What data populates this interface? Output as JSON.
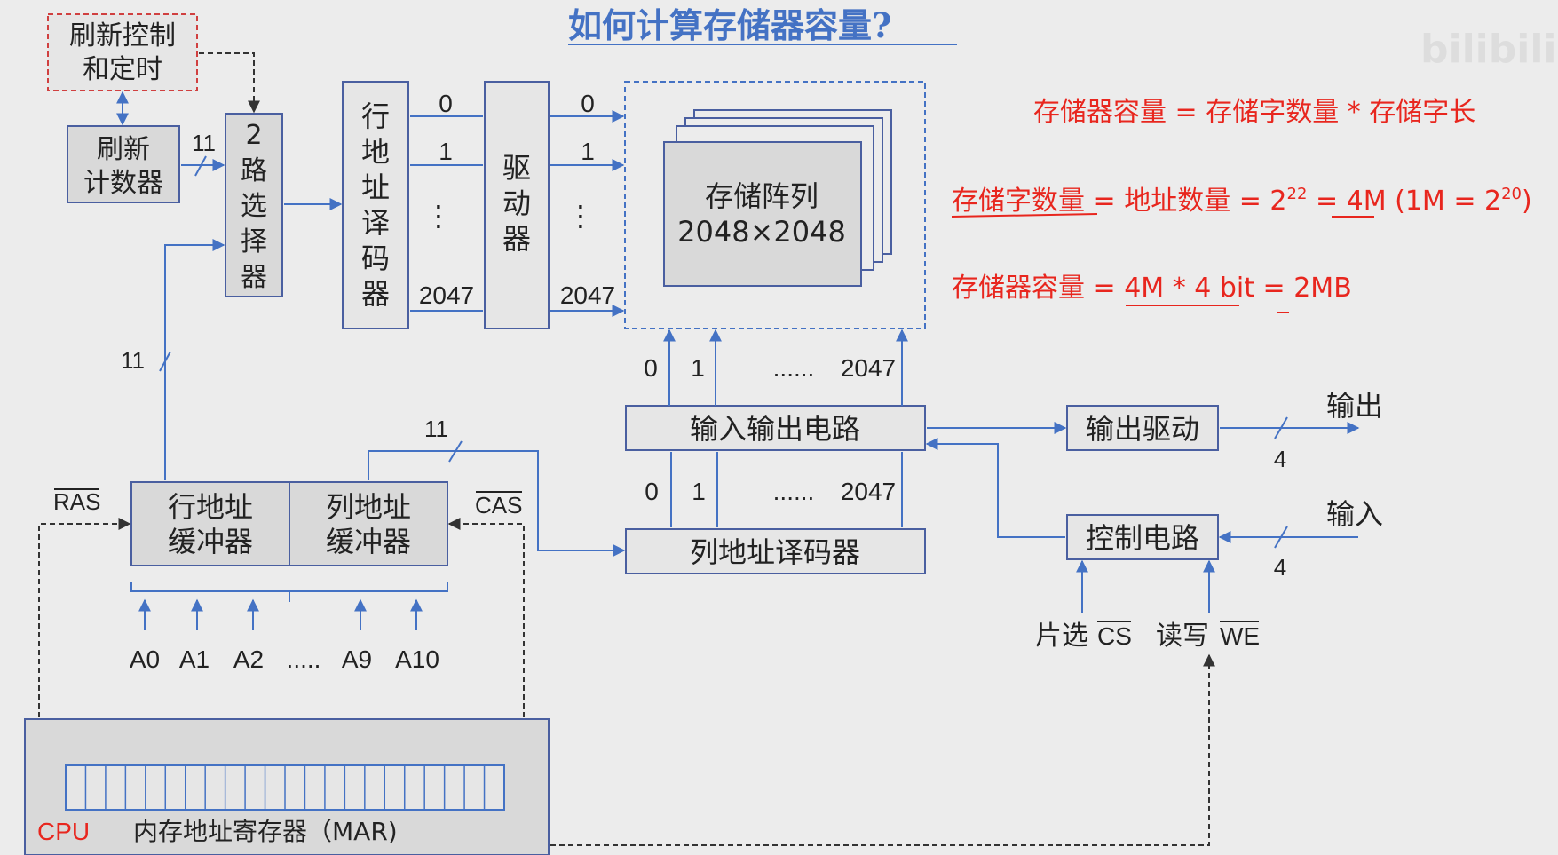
{
  "title": "如何计算存储器容量?",
  "watermark": "bilibili",
  "colors": {
    "line": "#4472c4",
    "box_fill": "#d9d9d9",
    "box_stroke": "#4a5fa0",
    "red": "#e8261e",
    "refresh_border": "#d04040"
  },
  "blocks": {
    "refresh_ctrl": [
      "刷新控制",
      "和定时"
    ],
    "refresh_counter": [
      "刷新",
      "计数器"
    ],
    "mux": [
      "2",
      "路",
      "选",
      "择",
      "器"
    ],
    "row_decoder": [
      "行",
      "地",
      "址",
      "译",
      "码",
      "器"
    ],
    "driver": [
      "驱",
      "动",
      "器"
    ],
    "array": [
      "存储阵列",
      "2048×2048"
    ],
    "io_circuit": "输入输出电路",
    "col_decoder": "列地址译码器",
    "row_buffer": [
      "行地址",
      "缓冲器"
    ],
    "col_buffer": [
      "列地址",
      "缓冲器"
    ],
    "output_driver": "输出驱动",
    "control_circuit": "控制电路",
    "mar": "内存地址寄存器（MAR)",
    "cpu": "CPU"
  },
  "labels": {
    "bus_11_a": "11",
    "bus_11_b": "11",
    "bus_11_c": "11",
    "decoder_out": [
      "0",
      "1",
      "⋮",
      "2047"
    ],
    "driver_out": [
      "0",
      "1",
      "⋮",
      "2047"
    ],
    "io_top": [
      "0",
      "1",
      "......",
      "2047"
    ],
    "io_bottom": [
      "0",
      "1",
      "......",
      "2047"
    ],
    "ras": "RAS",
    "cas": "CAS",
    "addr_pins": [
      "A0",
      "A1",
      "A2",
      ".....",
      "A9",
      "A10"
    ],
    "output": "输出",
    "input": "输入",
    "out_width": "4",
    "in_width": "4",
    "chip_select": "片选",
    "cs": "CS",
    "read_write": "读写",
    "we": "WE"
  },
  "formulas": {
    "f1": "存储器容量 = 存储字数量 * 存储字长",
    "f2_a": "存储字数量 = 地址数量 = 2",
    "f2_exp1": "22",
    "f2_b": " = 4M (1M = 2",
    "f2_exp2": "20",
    "f2_c": ")",
    "f3": "存储器容量 = 4M * 4 bit = 2MB"
  }
}
